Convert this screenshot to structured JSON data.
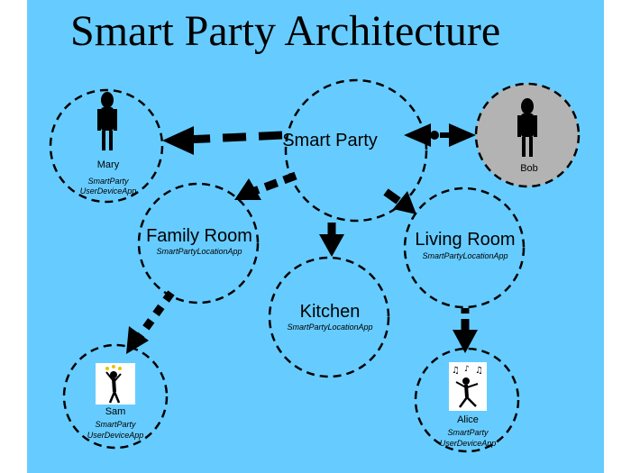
{
  "title": "Smart Party Architecture",
  "nodes": {
    "smart_party": {
      "label": "Smart Party"
    },
    "mary": {
      "name": "Mary",
      "app_line1": "SmartParty",
      "app_line2": "UserDeviceApp"
    },
    "bob": {
      "name": "Bob"
    },
    "family_room": {
      "label": "Family Room",
      "app": "SmartPartyLocationApp"
    },
    "living_room": {
      "label": "Living Room",
      "app": "SmartPartyLocationApp"
    },
    "kitchen": {
      "label": "Kitchen",
      "app": "SmartPartyLocationApp"
    },
    "sam": {
      "name": "Sam",
      "app_line1": "SmartParty",
      "app_line2": "UserDeviceApp"
    },
    "alice": {
      "name": "Alice",
      "app_line1": "SmartParty",
      "app_line2": "UserDeviceApp"
    }
  },
  "colors": {
    "background": "#66ccff",
    "bob_fill": "#b3b3b3",
    "ink": "#000000"
  },
  "icons": [
    "person-silhouette-icon",
    "person-dancing-icon",
    "person-dancing-music-icon"
  ]
}
